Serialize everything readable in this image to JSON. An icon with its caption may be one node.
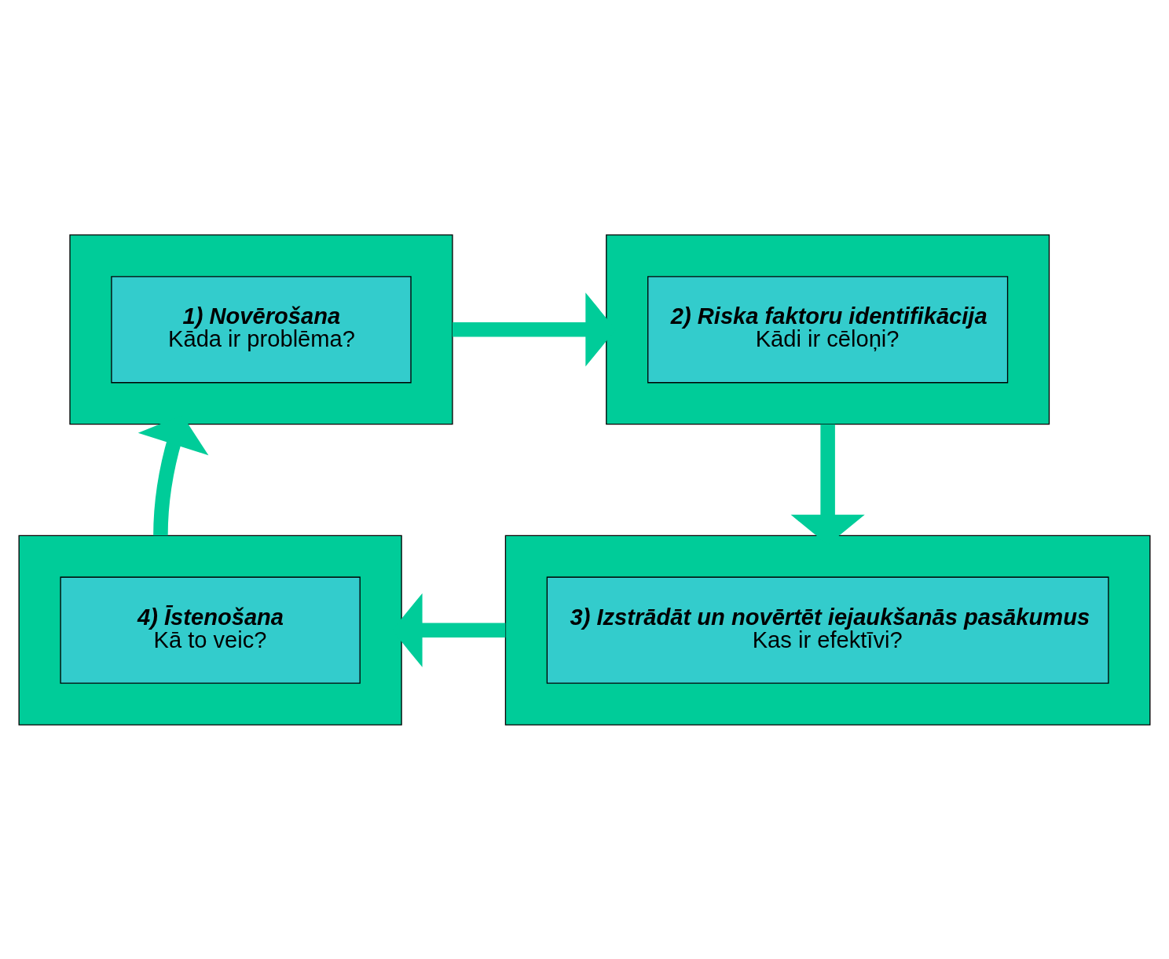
{
  "diagram": {
    "nodes": [
      {
        "text": [],
        "shape": "box"
      },
      {
        "text": [
          "1) Novērošana",
          "Kāda ir problēma?"
        ],
        "in": 0
      },
      {
        "text": [],
        "shape": "box"
      },
      {
        "text": [
          "2) Riska faktoru identifikācija",
          "Kādi ir cēloņi?"
        ],
        "in": 2
      },
      {
        "text": [],
        "shape": "box"
      },
      {
        "text": [
          "3) Izstrādāt un novērtēt iejaukšanās pasākumus",
          "Kas ir efektīvi?"
        ],
        "in": 4
      },
      {
        "text": [],
        "shape": "box"
      },
      {
        "text": [
          "4) Īstenošana",
          "Kā to veic?"
        ],
        "in": 6
      }
    ],
    "edges": [
      {
        "from": 0,
        "to": 2,
        "arrow": "to"
      },
      {
        "from": 2,
        "to": 4,
        "arrow": "to"
      },
      {
        "from": 4,
        "to": 6,
        "arrow": "to"
      },
      {
        "from": 6,
        "to": 0,
        "arrow": "to"
      }
    ]
  }
}
